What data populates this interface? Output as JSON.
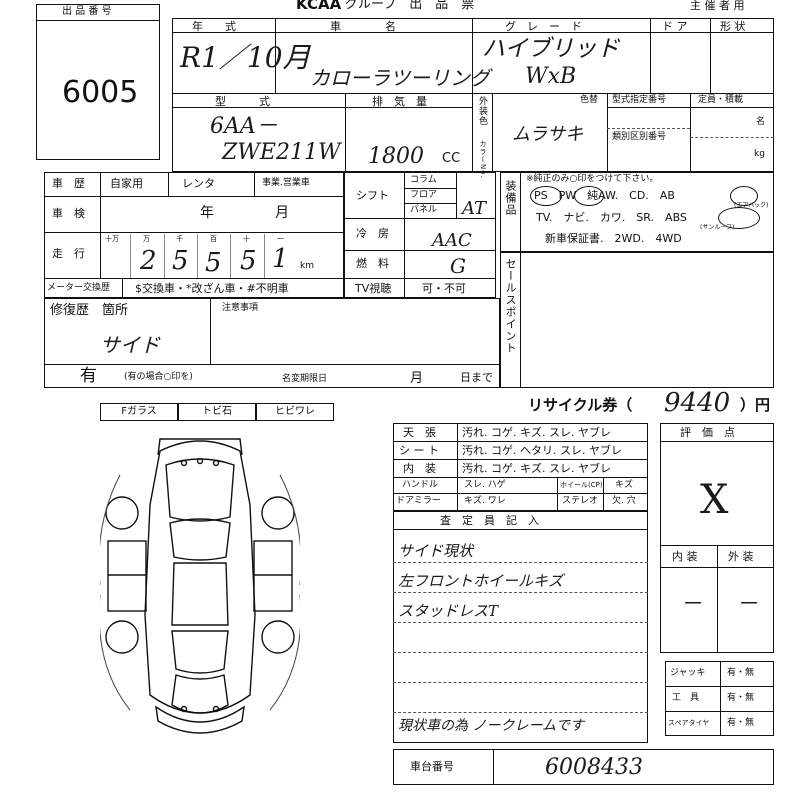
{
  "header": {
    "logo": "KCAA",
    "group": "グループ　出　品　票",
    "organizer_label": "主 催 者 用"
  },
  "lot": {
    "label": "出 品 番 号",
    "number": "6005"
  },
  "vehicle": {
    "year_label": "年　　式",
    "year_value": "R1／10月",
    "name_label": "車　　　　名",
    "name_value": "カローラツーリング",
    "grade_label": "グ　レ　ー　ド",
    "grade_value_1": "ハイブリッド",
    "grade_value_2": "WxB",
    "door_label": "ド ア",
    "shape_label": "形 状",
    "model_label": "型　　　式",
    "model_value_1": "6AA－",
    "model_value_2": "ZWE211W",
    "displacement_label": "排　気　量",
    "displacement_value": "1800",
    "displacement_unit": "CC",
    "exterior_color_label": "外装色",
    "color_no_label": "カラーNo.",
    "color_change_label": "色替",
    "color_value": "ムラサキ",
    "type_designation_label": "型式指定番号",
    "category_label": "類別区別番号",
    "capacity_label": "定員・積載",
    "capacity_unit_1": "名",
    "capacity_unit_2": "kg"
  },
  "history": {
    "label": "車　歴",
    "options": [
      "自家用",
      "レンタ",
      "事業.営業車"
    ],
    "inspection_label": "車　検",
    "inspection_year": "年",
    "inspection_month": "月",
    "mileage_label": "走　行",
    "digit_labels": [
      "十万",
      "万",
      "千",
      "百",
      "十",
      "一"
    ],
    "mileage_digits": [
      "2",
      "5",
      "5",
      "5",
      "1"
    ],
    "mileage_unit": "km",
    "meter_label": "メーター交換歴",
    "meter_options": "$交換車・*改ざん車・#不明車"
  },
  "specs": {
    "shift_label": "シフト",
    "shift_options": [
      "コラム",
      "フロア",
      "パネル"
    ],
    "shift_value": "AT",
    "ac_label": "冷　房",
    "ac_value": "AAC",
    "fuel_label": "燃　料",
    "fuel_value": "G",
    "tv_label": "TV視聴",
    "tv_value": "可・不可"
  },
  "equipment": {
    "label": "装備品",
    "note": "※純正のみ○印をつけて下さい。",
    "row1": "PS　PW　純AW.　CD.　AB",
    "row2": "TV.　ナビ.　カワ.　SR.　ABS",
    "row3": "新車保証書.　2WD.　4WD",
    "ab_sub": "(エアバック)",
    "sr_sub": "(サンルーフ)"
  },
  "sales_point_label": "セールスポイント",
  "repair": {
    "label": "修復歴　箇所",
    "value": "サイド",
    "has_label": "有",
    "has_note": "(有の場合○印を)",
    "notes_label": "注意事項",
    "deadline_label": "名変期限日",
    "deadline_month": "月",
    "deadline_day": "日まで"
  },
  "glass": {
    "items": [
      "Fガラス",
      "トビ石",
      "ヒビワレ"
    ]
  },
  "recycle": {
    "label": "リサイクル券（",
    "value": "9440",
    "unit": "）円"
  },
  "interior": {
    "rows": [
      {
        "label": "天　張",
        "options": "汚れ. コゲ. キズ. スレ. ヤブレ"
      },
      {
        "label": "シ ー ト",
        "options": "汚れ. コゲ. ヘタリ. スレ. ヤブレ"
      },
      {
        "label": "内　装",
        "options": "汚れ. コゲ. キズ. スレ. ヤブレ"
      }
    ],
    "handle_label": "ハンドル",
    "handle_options": "スレ. ハゲ",
    "wheel_label": "ホイール(CP)",
    "wheel_options": "キズ",
    "mirror_label": "ドアミラー",
    "mirror_options": "キズ. ワレ",
    "stereo_label": "ステレオ",
    "stereo_options": "欠. 穴"
  },
  "inspector": {
    "label": "査　定　員　記　入",
    "lines": [
      "サイド現状",
      "左フロントホイールキズ",
      "スタッドレスT",
      "現状車の為 ノークレームです"
    ]
  },
  "evaluation": {
    "label": "評　価　点",
    "value": "X",
    "interior_label": "内 装",
    "exterior_label": "外 装",
    "interior_value": "－",
    "exterior_value": "－"
  },
  "accessories": [
    {
      "label": "ジャッキ",
      "value": "有・無"
    },
    {
      "label": "工　具",
      "value": "有・無"
    },
    {
      "label": "スペアタイヤ",
      "value": "有・無"
    }
  ],
  "chassis": {
    "label": "車台番号",
    "value": "6008433"
  }
}
